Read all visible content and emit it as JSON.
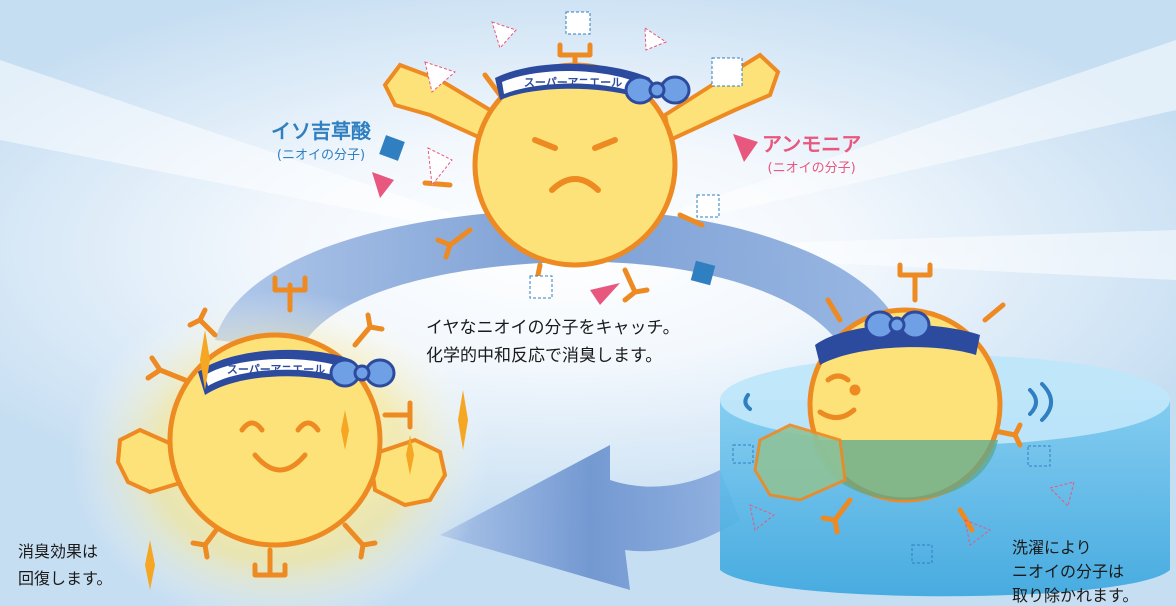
{
  "labels": {
    "isovaleric": {
      "name": "イソ吉草酸",
      "sub": "(ニオイの分子)"
    },
    "ammonia": {
      "name": "アンモニア",
      "sub": "(ニオイの分子)"
    },
    "catch_line1": "イヤなニオイの分子をキャッチ。",
    "catch_line2": "化学的中和反応で消臭します。",
    "recover_line1": "消臭効果は",
    "recover_line2": "回復します。",
    "wash_line1": "洗濯により",
    "wash_line2": "ニオイの分子は",
    "wash_line3": "取り除かれます。"
  },
  "headband_text": "スーパーアニエール",
  "colors": {
    "character_fill": "#fde27a",
    "character_stroke": "#ee8a22",
    "headband": "#2c4a9e",
    "arrow": "#7da4d8",
    "water": "#5ab8e8",
    "isovaleric_blue": "#2f7fc1",
    "ammonia_pink": "#e8577e",
    "sparkle": "#f5a623"
  }
}
